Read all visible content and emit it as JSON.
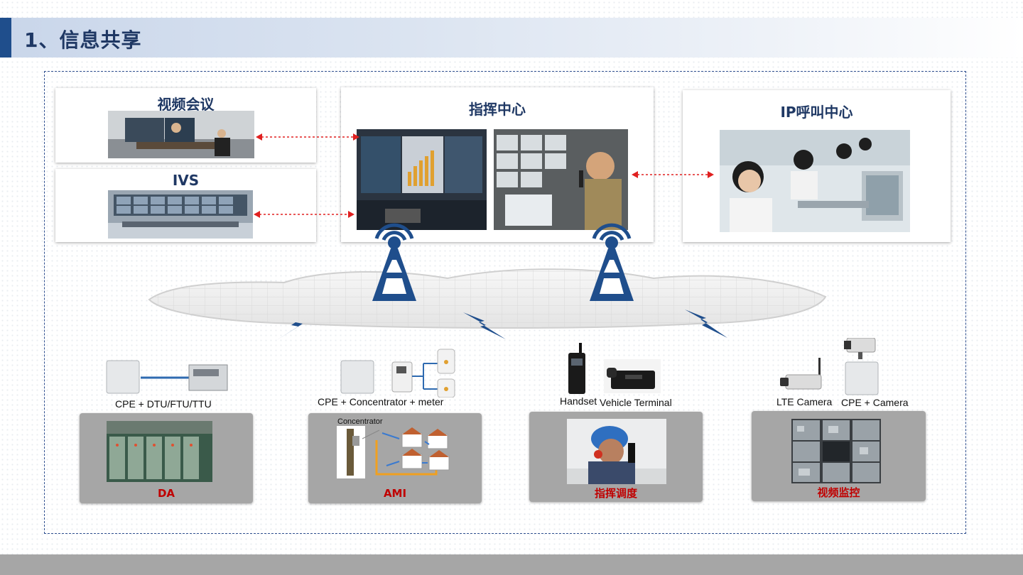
{
  "header": {
    "title": "1、信息共享"
  },
  "panels": {
    "video_conf": "视频会议",
    "ivs": "IVS",
    "command": "指挥中心",
    "ip_call": "IP呼叫中心"
  },
  "devices": {
    "da_label": "CPE + DTU/FTU/TTU",
    "ami_label": "CPE + Concentrator + meter",
    "handset_label": "Handset",
    "vehicle_label": "Vehicle Terminal",
    "lte_camera_label": "LTE Camera",
    "cpe_camera_label": "CPE + Camera",
    "concentrator_label": "Concentrator"
  },
  "apps": {
    "da": "DA",
    "ami": "AMI",
    "dispatch": "指挥调度",
    "video_monitor": "视频监控"
  },
  "colors": {
    "title": "#1f3864",
    "accent": "#1f4e8c",
    "app_label": "#c00000",
    "link_arrow": "#e02020",
    "tower": "#1f4e8c"
  }
}
